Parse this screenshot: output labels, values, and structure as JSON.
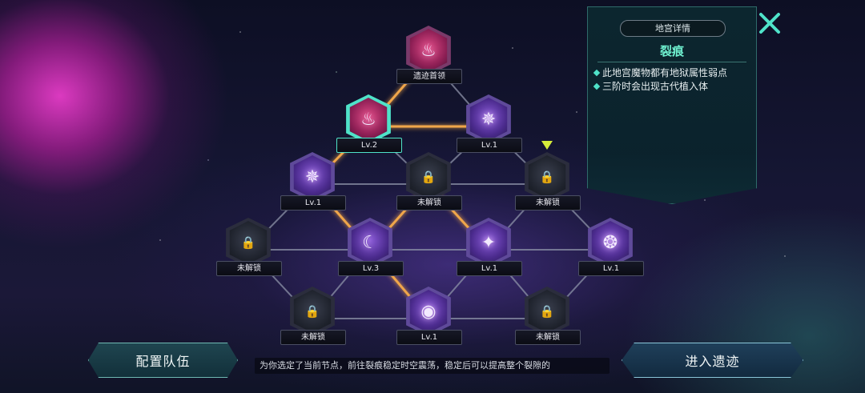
{
  "panel": {
    "tab_label": "地宫详情",
    "title": "裂痕",
    "bullets": [
      "此地宫魔物都有地狱属性弱点",
      "三阶时会出现古代植入体"
    ]
  },
  "nodes": [
    {
      "label": "遗迹首领",
      "glyph": "flame-icon",
      "state": "boss"
    },
    {
      "label": "Lv.2",
      "glyph": "flame-icon",
      "state": "selected"
    },
    {
      "label": "Lv.1",
      "glyph": "tree-icon",
      "state": "unlocked"
    },
    {
      "label": "Lv.1",
      "glyph": "tree-icon",
      "state": "unlocked"
    },
    {
      "label": "未解锁",
      "glyph": "lock-icon",
      "state": "locked"
    },
    {
      "label": "未解锁",
      "glyph": "lock-icon",
      "state": "locked"
    },
    {
      "label": "未解锁",
      "glyph": "lock-icon",
      "state": "locked"
    },
    {
      "label": "Lv.3",
      "glyph": "crescent-moon-icon",
      "state": "unlocked"
    },
    {
      "label": "Lv.1",
      "glyph": "star-icon",
      "state": "unlocked"
    },
    {
      "label": "Lv.1",
      "glyph": "swirl-icon",
      "state": "unlocked"
    },
    {
      "label": "未解锁",
      "glyph": "lock-icon",
      "state": "locked"
    },
    {
      "label": "Lv.1",
      "glyph": "eye-icon",
      "state": "unlocked"
    },
    {
      "label": "未解锁",
      "glyph": "lock-icon",
      "state": "locked"
    }
  ],
  "buttons": {
    "team": "配置队伍",
    "enter": "进入遗迹"
  },
  "tip": "为你选定了当前节点，前往裂痕稳定时空震荡，稳定后可以提高整个裂隙的",
  "colors": {
    "accent": "#4fe3c9",
    "path_active": "#f0a64a",
    "path_inactive": "#8d93a8",
    "marker": "#d6ec3a"
  }
}
